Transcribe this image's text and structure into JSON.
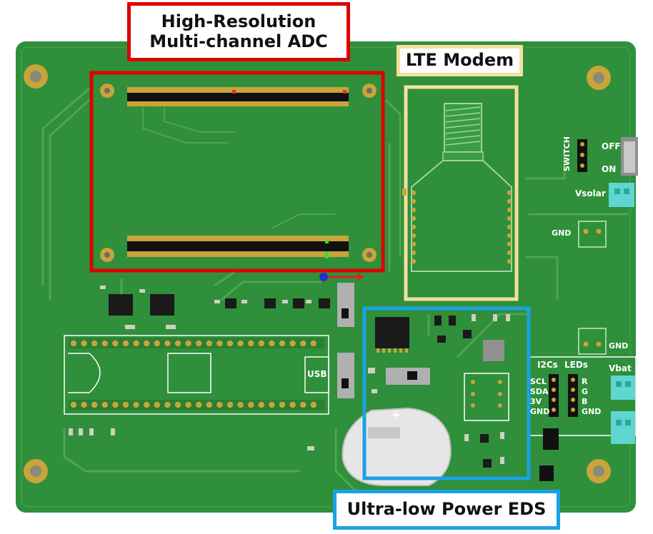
{
  "callouts": {
    "adc_line1": "High-Resolution",
    "adc_line2": "Multi-channel ADC",
    "lte": "LTE Modem",
    "eds": "Ultra-low Power EDS"
  },
  "silkscreen": {
    "off": "OFF",
    "on": "ON",
    "switch": "SWITCH",
    "vsolar": "Vsolar",
    "gnd": "GND",
    "usb": "USB",
    "i2cs": "I2Cs",
    "leds": "LEDs",
    "vbat": "Vbat",
    "scl": "SCL",
    "sda": "SDA",
    "v3": "3V",
    "gnd_short": "GND",
    "r": "R",
    "g": "G",
    "b": "B",
    "plus": "+"
  },
  "colors": {
    "board": "#2f8f3a",
    "trace": "#4ea64e",
    "adc_frame": "#e00000",
    "lte_frame": "#f5dfa0",
    "eds_frame": "#1aa2e6",
    "pad": "#c9a43a",
    "connector": "#5fd6d0"
  }
}
